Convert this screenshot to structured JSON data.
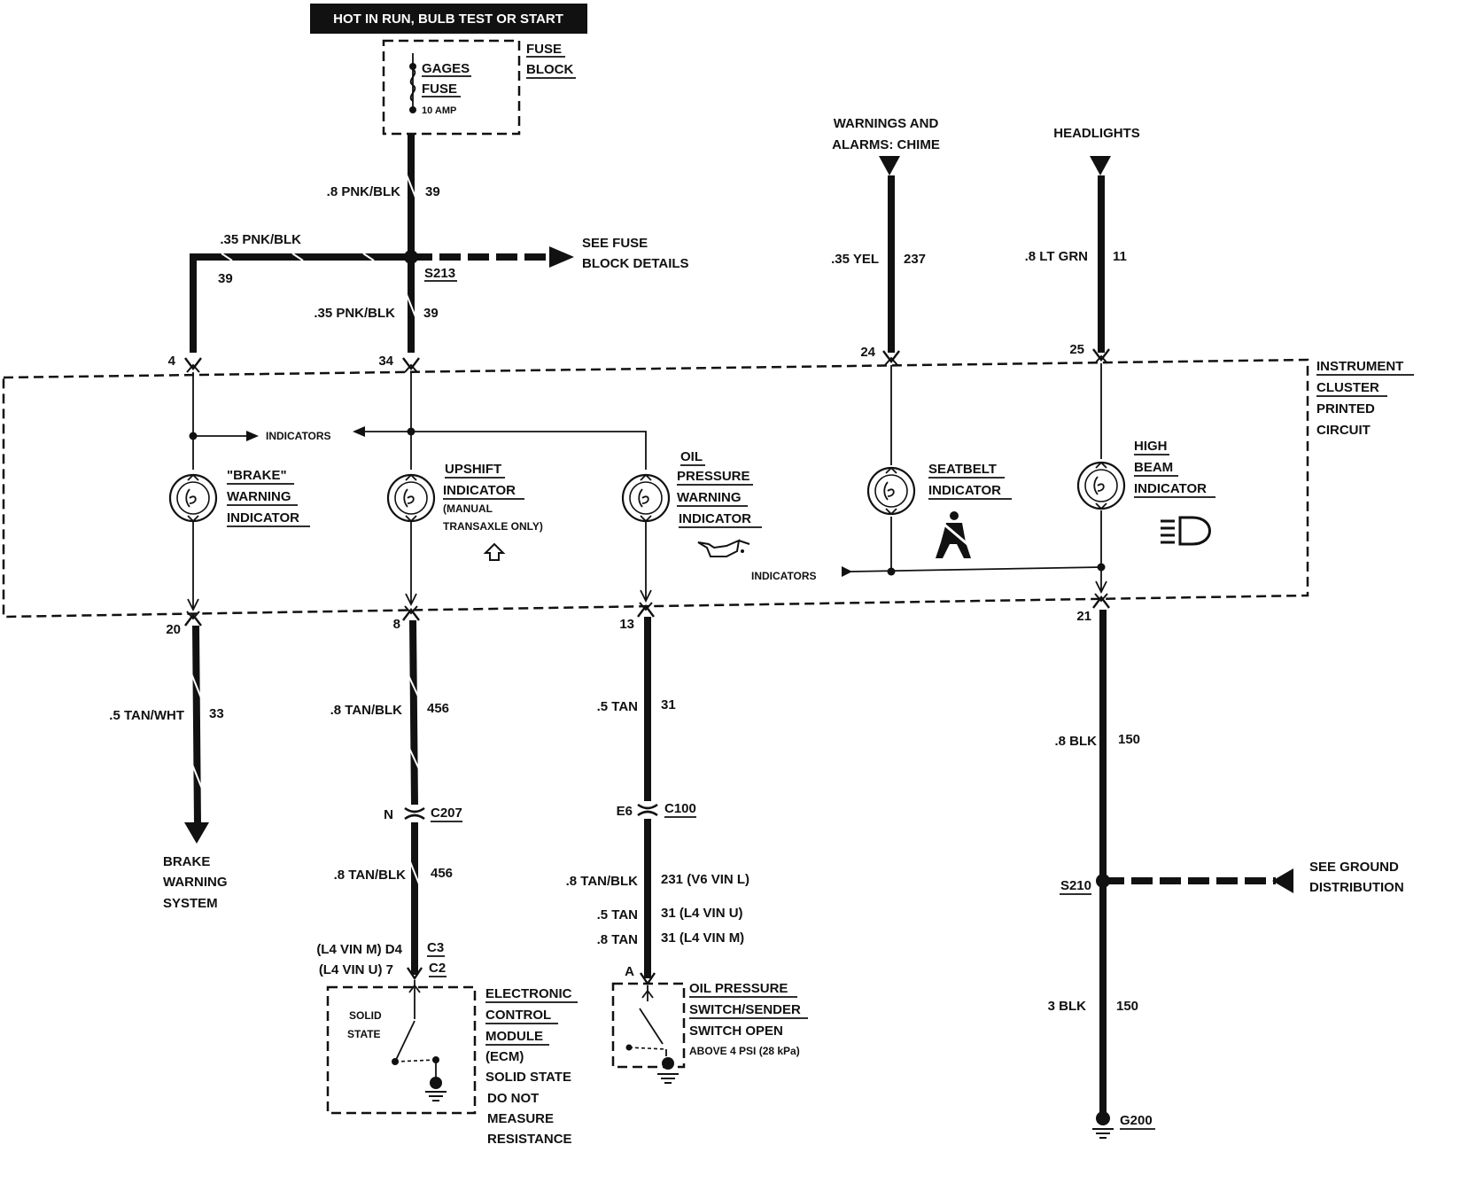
{
  "header": {
    "banner": "HOT IN RUN, BULB TEST OR START"
  },
  "fuse_block": {
    "label_line1": "FUSE",
    "label_line2": "BLOCK",
    "fuse_line1": "GAGES",
    "fuse_line2": "FUSE",
    "rating": "10 AMP"
  },
  "feed": {
    "main_wire": ".8 PNK/BLK",
    "main_circuit": "39",
    "left_wire": ".35 PNK/BLK",
    "left_circuit": "39",
    "splice": "S213",
    "lower_wire": ".35 PNK/BLK",
    "lower_circuit": "39",
    "see_fuse_line1": "SEE FUSE",
    "see_fuse_line2": "BLOCK DETAILS"
  },
  "top_inputs": {
    "chime_line1": "WARNINGS AND",
    "chime_line2": "ALARMS: CHIME",
    "chime_wire": ".35 YEL",
    "chime_circuit": "237",
    "headlights": "HEADLIGHTS",
    "headlights_wire": ".8 LT GRN",
    "headlights_circuit": "11"
  },
  "cluster": {
    "title_line1": "INSTRUMENT",
    "title_line2": "CLUSTER",
    "title_line3": "PRINTED",
    "title_line4": "CIRCUIT",
    "indicators_top": "INDICATORS",
    "indicators_bottom": "INDICATORS",
    "pins": {
      "p4": "4",
      "p34": "34",
      "p24": "24",
      "p25": "25",
      "p20": "20",
      "p8": "8",
      "p13": "13",
      "p21": "21"
    },
    "brake": {
      "line1": "\"BRAKE\"",
      "line2": "WARNING",
      "line3": "INDICATOR"
    },
    "upshift": {
      "line1": "UPSHIFT",
      "line2": "INDICATOR",
      "line3": "(MANUAL",
      "line4": "TRANSAXLE ONLY)"
    },
    "oil": {
      "line1": "OIL",
      "line2": "PRESSURE",
      "line3": "WARNING",
      "line4": "INDICATOR"
    },
    "seatbelt": {
      "line1": "SEATBELT",
      "line2": "INDICATOR"
    },
    "highbeam": {
      "line1": "HIGH",
      "line2": "BEAM",
      "line3": "INDICATOR"
    }
  },
  "brake_circuit": {
    "wire": ".5 TAN/WHT",
    "circuit": "33",
    "dest_line1": "BRAKE",
    "dest_line2": "WARNING",
    "dest_line3": "SYSTEM"
  },
  "upshift_circuit": {
    "wire_a": ".8 TAN/BLK",
    "circuit_a": "456",
    "connector_pin": "N",
    "connector": "C207",
    "wire_b": ".8 TAN/BLK",
    "circuit_b": "456",
    "ecm_m_label": "(L4 VIN M)  D4",
    "ecm_u_label": "(L4 VIN U)  7",
    "conn_c3": "C3",
    "conn_c2": "C2",
    "solid_line1": "SOLID",
    "solid_line2": "STATE",
    "ecm_line1": "ELECTRONIC",
    "ecm_line2": "CONTROL",
    "ecm_line3": "MODULE",
    "ecm_line4": "(ECM)",
    "ecm_line5": "SOLID STATE",
    "ecm_line6": "DO NOT",
    "ecm_line7": "MEASURE",
    "ecm_line8": "RESISTANCE"
  },
  "oil_circuit": {
    "wire_a": ".5 TAN",
    "circuit_a": "31",
    "connector_pin": "E6",
    "connector": "C100",
    "wire_b1": ".8 TAN/BLK",
    "circuit_b1": "231 (V6 VIN L)",
    "wire_b2": ".5 TAN",
    "circuit_b2": "31 (L4 VIN U)",
    "wire_b3": ".8 TAN",
    "circuit_b3": "31 (L4 VIN M)",
    "pin_a": "A",
    "switch_line1": "OIL PRESSURE",
    "switch_line2": "SWITCH/SENDER",
    "switch_line3": "SWITCH OPEN",
    "switch_line4": "ABOVE 4 PSI (28 kPa)"
  },
  "ground_circuit": {
    "wire_a": ".8 BLK",
    "circuit_a": "150",
    "splice": "S210",
    "see_ground_line1": "SEE GROUND",
    "see_ground_line2": "DISTRIBUTION",
    "wire_b": "3 BLK",
    "circuit_b": "150",
    "ground": "G200"
  }
}
